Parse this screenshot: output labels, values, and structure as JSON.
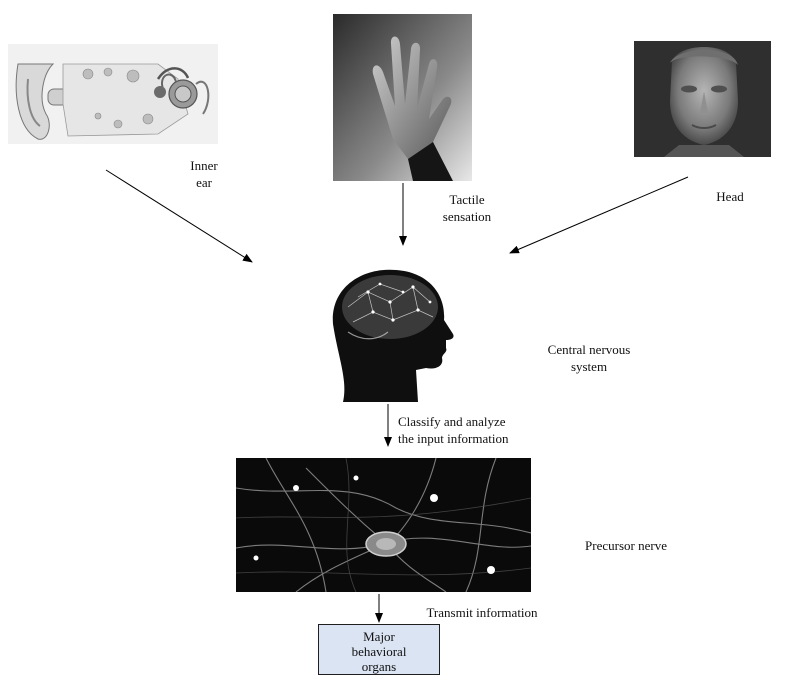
{
  "labels": {
    "inner_ear": "Inner\near",
    "tactile": "Tactile\nsensation",
    "head": "Head",
    "cns": "Central nervous\nsystem",
    "classify": "Classify and analyze\nthe input information",
    "precursor": "Precursor nerve",
    "transmit": "Transmit information",
    "organs": "Major\nbehavioral\norgans"
  },
  "colors": {
    "box_fill": "#dbe4f3",
    "arrow": "#000000"
  }
}
